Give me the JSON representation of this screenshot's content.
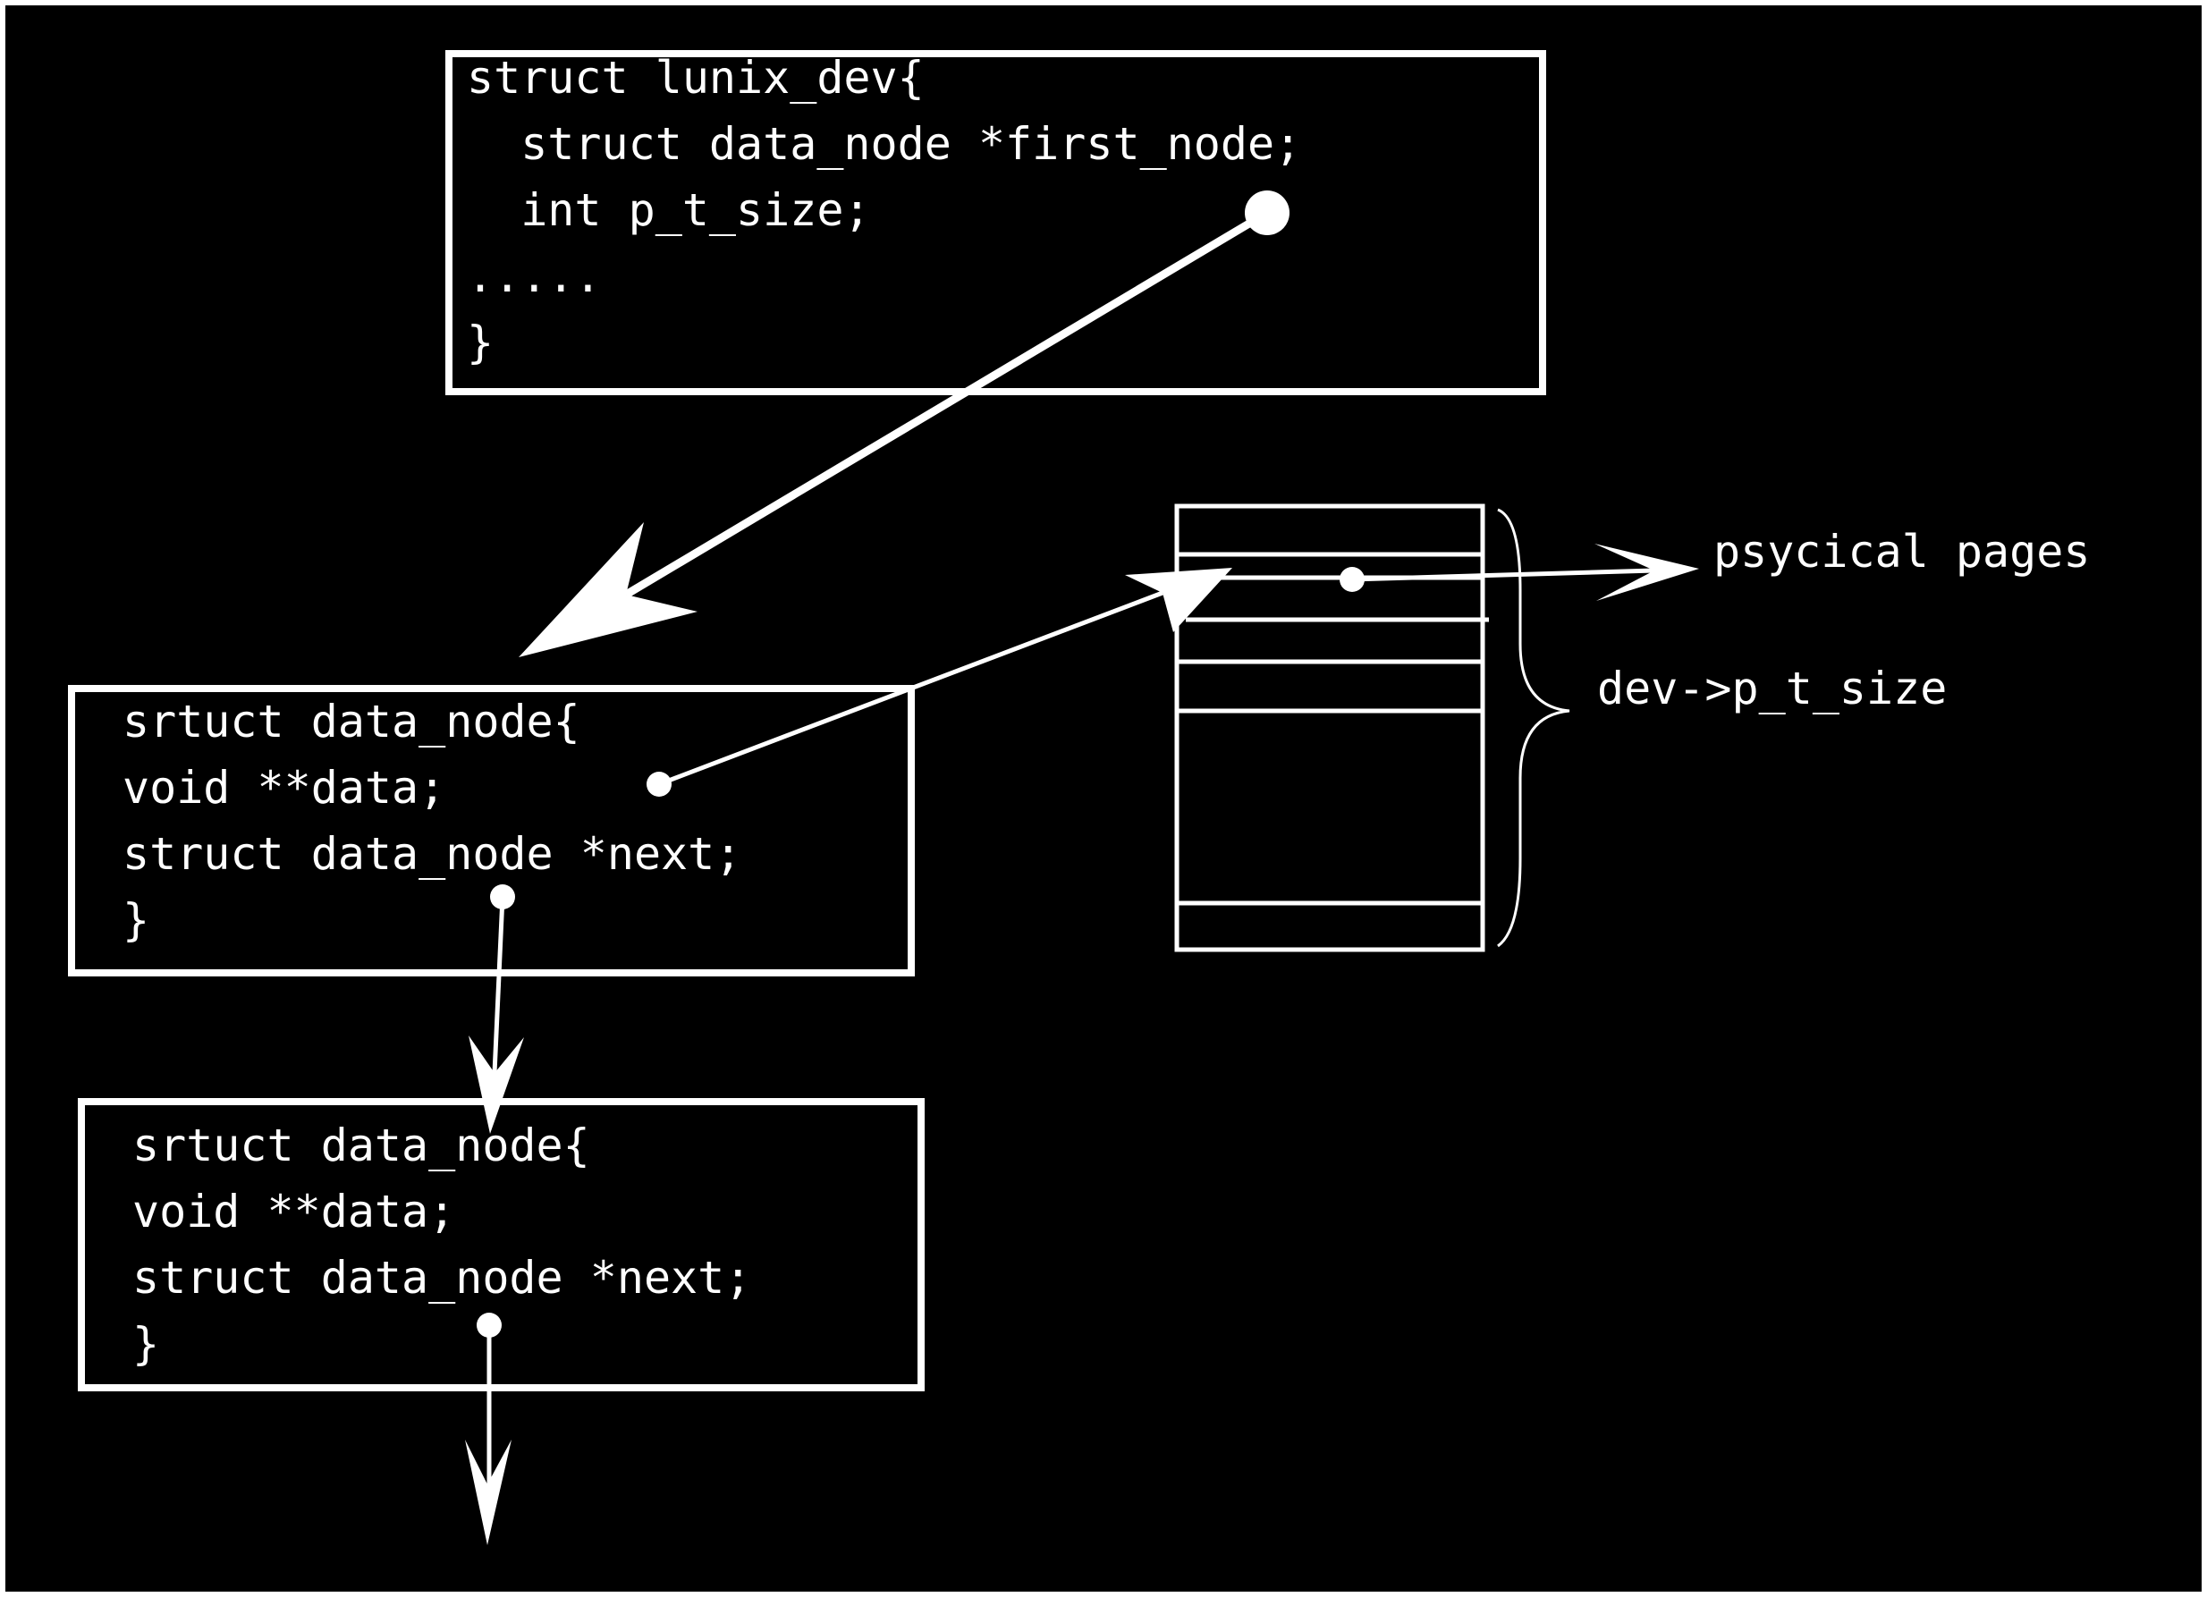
{
  "colors": {
    "background": "#000000",
    "foreground": "#ffffff"
  },
  "lunix_dev": {
    "lines": [
      "struct lunix_dev{",
      "  struct data_node *first_node;",
      "  int p_t_size;",
      ".....",
      "}"
    ]
  },
  "data_node_1": {
    "lines": [
      "srtuct data_node{",
      "void **data;",
      "struct data_node *next;",
      "}"
    ]
  },
  "data_node_2": {
    "lines": [
      "srtuct data_node{",
      "void **data;",
      "struct data_node *next;",
      "}"
    ]
  },
  "page_table": {
    "label": "dev->p_t_size",
    "target_label": "psycical pages"
  }
}
